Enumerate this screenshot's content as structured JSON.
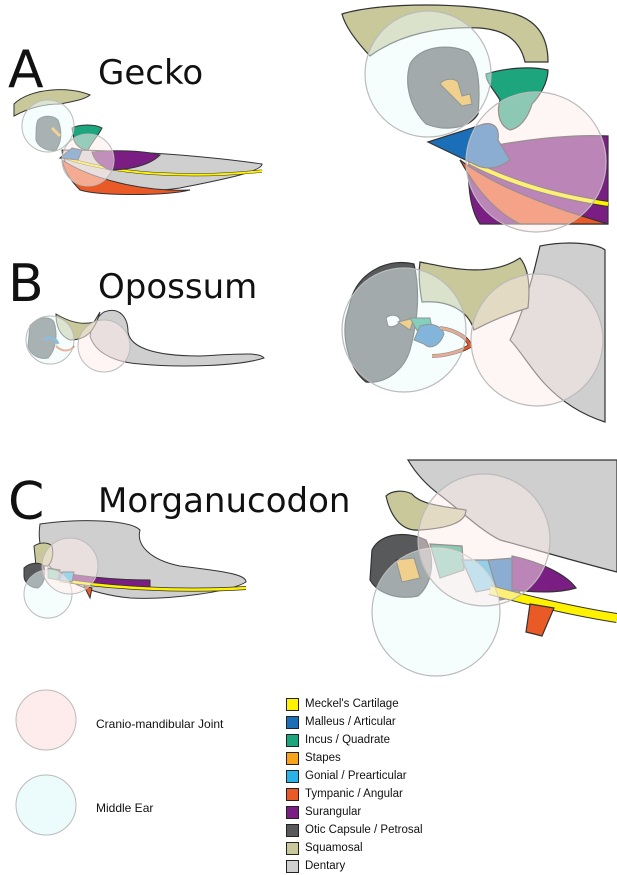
{
  "panels": [
    {
      "letter": "A",
      "name": "Gecko"
    },
    {
      "letter": "B",
      "name": "Opossum"
    },
    {
      "letter": "C",
      "name": "Morganucodon"
    }
  ],
  "circle_legend": [
    {
      "label": "Cranio-mandibular Joint",
      "fill": "#fdeceb"
    },
    {
      "label": "Middle Ear",
      "fill": "#ecfbfc"
    }
  ],
  "color_legend": [
    {
      "label": "Meckel's Cartilage",
      "color": "#fff200"
    },
    {
      "label": "Malleus / Articular",
      "color": "#1b6fb9"
    },
    {
      "label": "Incus / Quadrate",
      "color": "#1da57e"
    },
    {
      "label": "Stapes",
      "color": "#f7a31c"
    },
    {
      "label": "Gonial / Prearticular",
      "color": "#2ab3e6"
    },
    {
      "label": "Tympanic / Angular",
      "color": "#ea5a27"
    },
    {
      "label": "Surangular",
      "color": "#7b1e84"
    },
    {
      "label": "Otic Capsule / Petrosal",
      "color": "#58595b"
    },
    {
      "label": "Squamosal",
      "color": "#c8c89a"
    },
    {
      "label": "Dentary",
      "color": "#cfcfcf"
    }
  ]
}
